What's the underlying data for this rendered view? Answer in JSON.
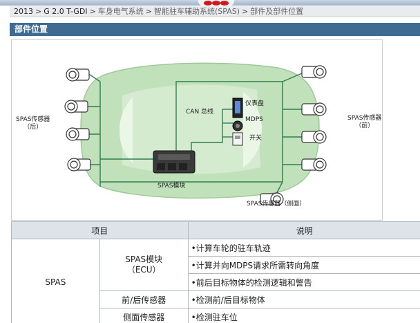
{
  "breadcrumb": {
    "items": [
      "2013",
      "G 2.0 T-GDI",
      "车身电气系统",
      "智能驻车辅助系统(SPAS)"
    ],
    "current": "部件及部件位置"
  },
  "section_title": "部件位置",
  "diagram": {
    "labels": {
      "rear_sensor": "SPAS传感器\n（后）",
      "front_sensor": "SPAS传感器\n（前）",
      "side_sensor": "SPAS传感器（侧面）",
      "can_bus": "CAN 总线",
      "cluster": "仪表盘",
      "mdps": "MDPS",
      "switch": "开关",
      "spas_module": "SPAS模块"
    },
    "colors": {
      "car_body": "#a8d3a0",
      "wiring": "#2e7d4f"
    }
  },
  "table": {
    "headers": {
      "item": "项目",
      "description": "说明"
    },
    "category": "SPAS",
    "rows": [
      {
        "sub": "SPAS模块\n（ECU）",
        "descriptions": [
          "•计算车轮的驻车轨迹",
          "•计算并向MDPS请求所需转向角度",
          "•前后目标物体的检测逻辑和警告"
        ]
      },
      {
        "sub": "前/后传感器",
        "descriptions": [
          "•检测前/后目标物体"
        ]
      },
      {
        "sub": "侧面传感器",
        "descriptions": [
          "•检测驻车位"
        ]
      }
    ]
  }
}
